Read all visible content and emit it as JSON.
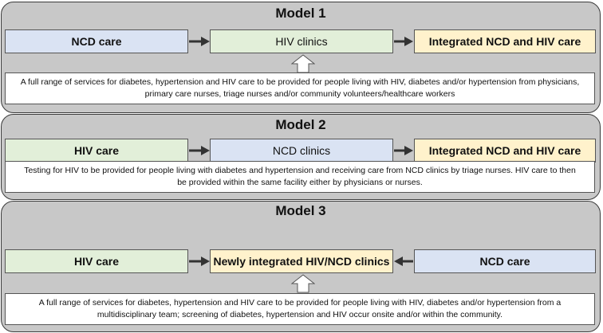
{
  "models": [
    {
      "title": "Model 1",
      "boxes": [
        "NCD care",
        "HIV clinics",
        "Integrated NCD and HIV care"
      ],
      "description": "A full range of services for diabetes, hypertension and HIV care to be provided for people living with HIV, diabetes and/or hypertension from physicians, primary care nurses, triage nurses and/or community volunteers/healthcare workers"
    },
    {
      "title": "Model 2",
      "boxes": [
        "HIV care",
        "NCD clinics",
        "Integrated NCD and HIV care"
      ],
      "description": "Testing for HIV to be provided for people living with diabetes and hypertension and receiving care from NCD clinics by triage nurses. HIV care to then be provided within the same facility either by physicians or nurses."
    },
    {
      "title": "Model 3",
      "boxes": [
        "HIV care",
        "Newly integrated HIV/NCD clinics",
        "NCD care"
      ],
      "description": "A full range of services for diabetes, hypertension and HIV care to be provided for people living with HIV, diabetes and/or hypertension from a multidisciplinary team; screening of diabetes, hypertension and HIV occur onsite and/or within the community."
    }
  ],
  "colors": {
    "blue": "#dae3f3",
    "green": "#e2efd9",
    "yellow": "#fff2cc",
    "panel": "#c8c8c8"
  }
}
